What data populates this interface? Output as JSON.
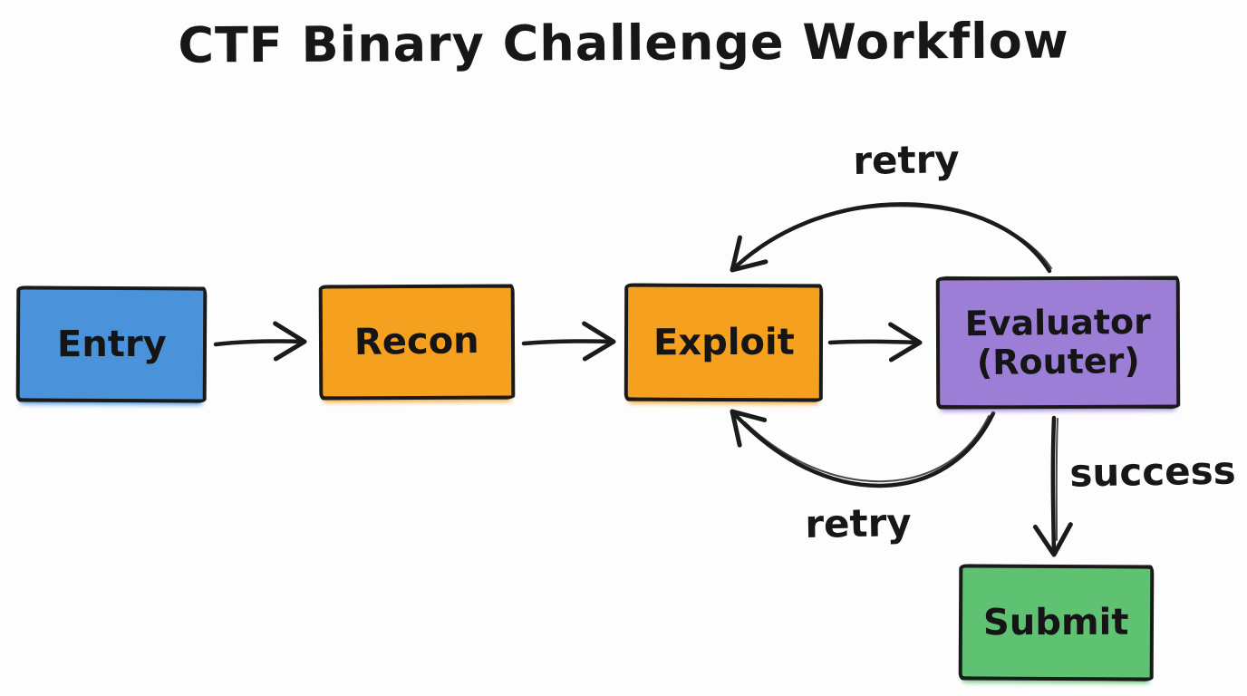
{
  "title": "CTF Binary Challenge Workflow",
  "canvas": {
    "background": "#fdfdfd",
    "stroke_color": "#1c1c1c"
  },
  "nodes": {
    "entry": {
      "label": "Entry",
      "color": "#4a93da"
    },
    "recon": {
      "label": "Recon",
      "color": "#f5a01e"
    },
    "exploit": {
      "label": "Exploit",
      "color": "#f5a01e"
    },
    "evaluator": {
      "label_line1": "Evaluator",
      "label_line2": "(Router)",
      "color": "#9c7ed7"
    },
    "submit": {
      "label": "Submit",
      "color": "#5fc172"
    }
  },
  "edges": [
    {
      "from": "entry",
      "to": "recon",
      "label": ""
    },
    {
      "from": "recon",
      "to": "exploit",
      "label": ""
    },
    {
      "from": "exploit",
      "to": "evaluator",
      "label": ""
    },
    {
      "from": "evaluator",
      "to": "exploit",
      "label": "retry",
      "path": "top-arc"
    },
    {
      "from": "evaluator",
      "to": "exploit",
      "label": "retry",
      "path": "bottom-arc"
    },
    {
      "from": "evaluator",
      "to": "submit",
      "label": "success",
      "path": "vertical"
    }
  ]
}
